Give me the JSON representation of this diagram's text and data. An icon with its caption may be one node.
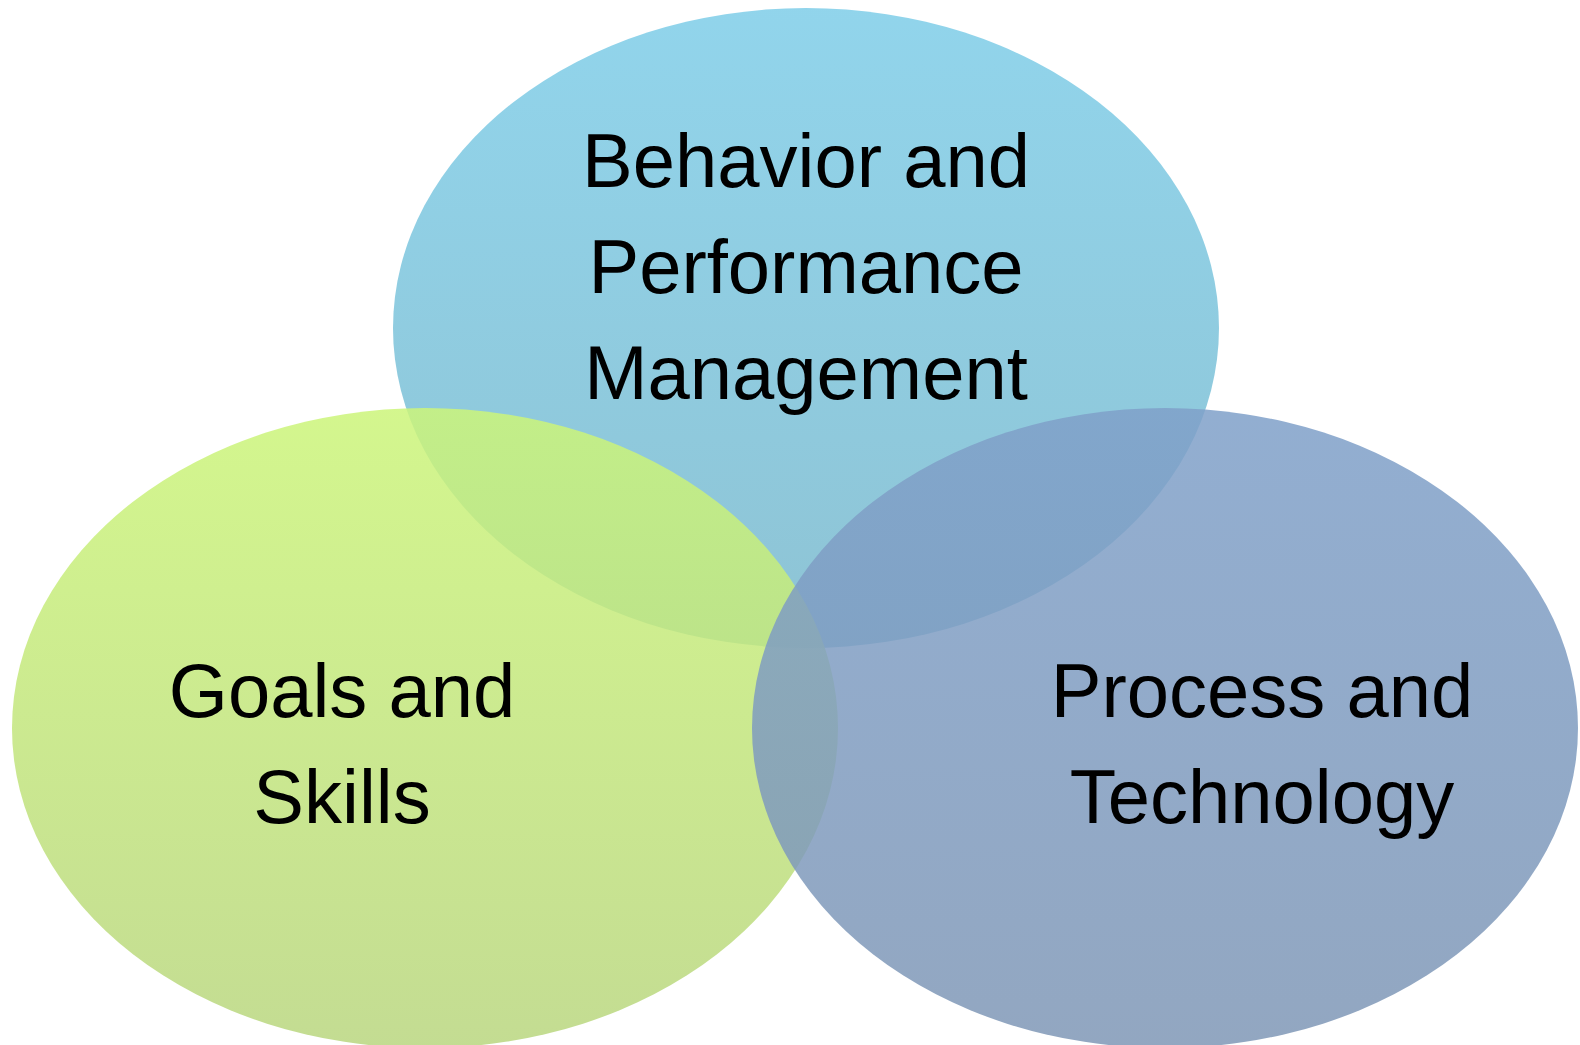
{
  "diagram": {
    "nodes": [
      {
        "text": [
          "Behavior and Performance Management"
        ]
      },
      {
        "text": [
          "Goals and Skills"
        ]
      },
      {
        "text": [
          "Process and Technology"
        ]
      }
    ]
  }
}
